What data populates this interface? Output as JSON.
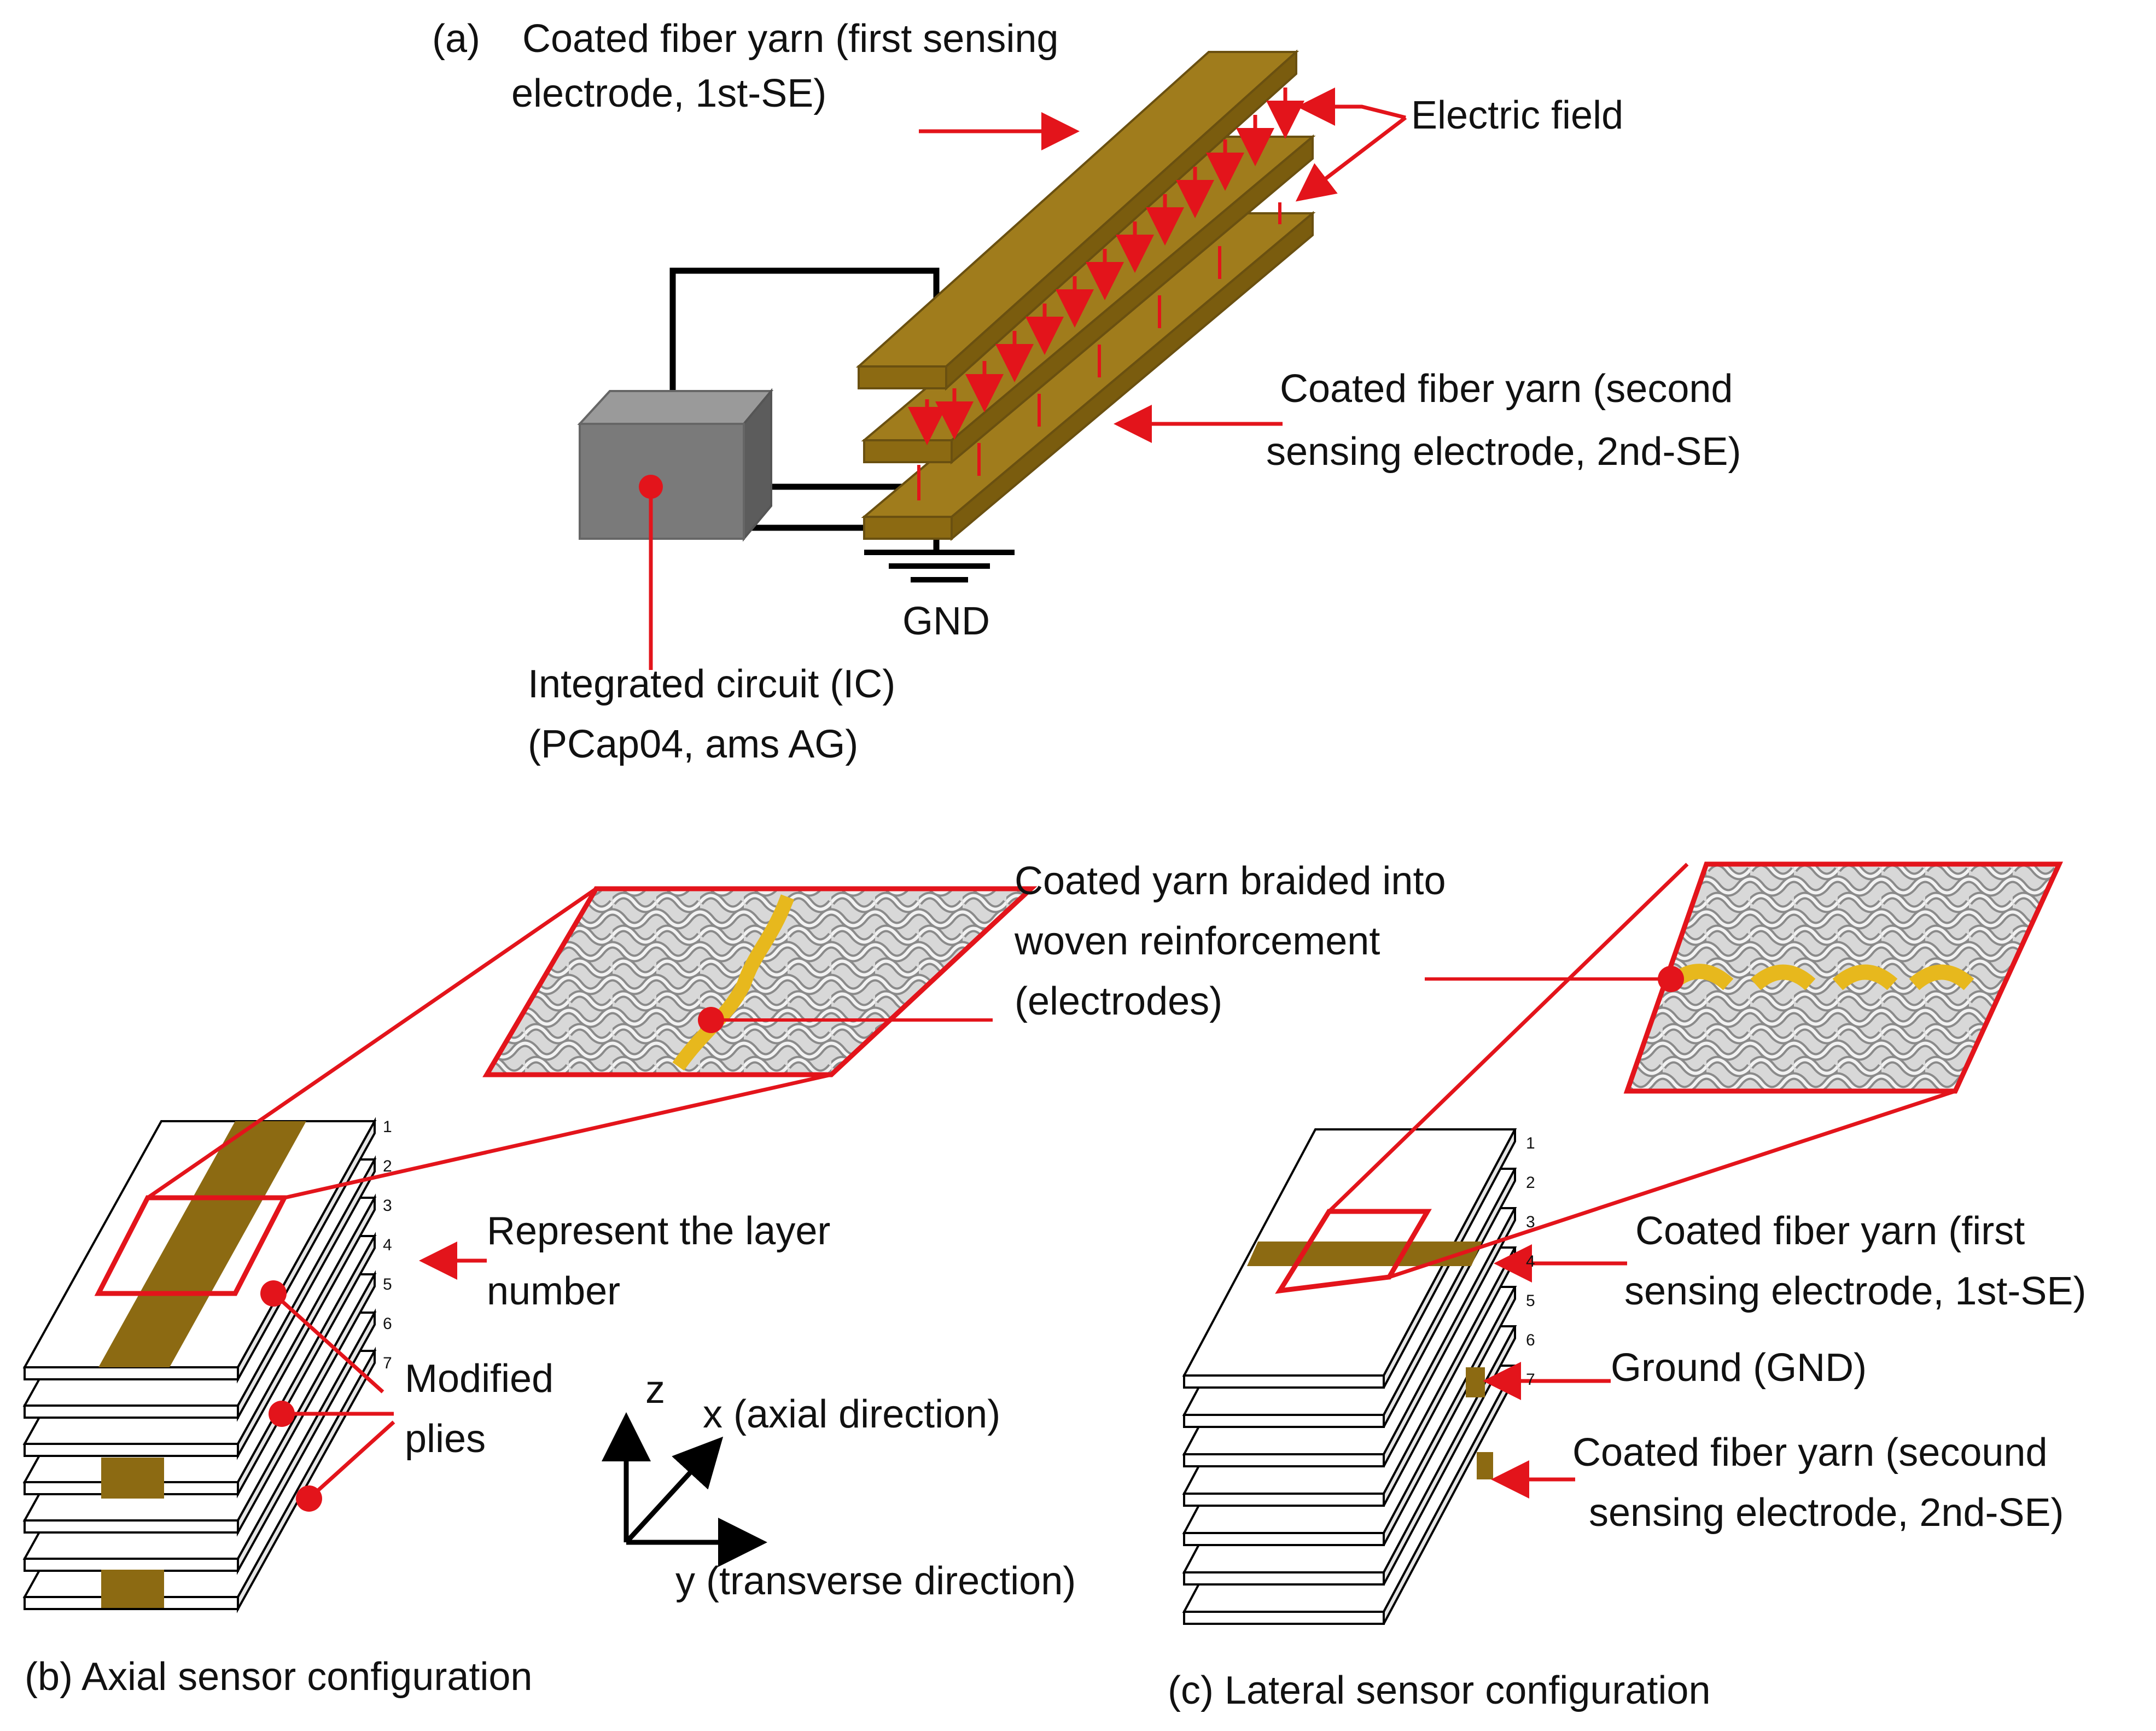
{
  "labels": {
    "panel_a": "(a)",
    "se1_line1": "Coated fiber yarn (first sensing",
    "se1_line2": "electrode, 1st-SE)",
    "electric_field": "Electric field",
    "se2_line1": "Coated fiber yarn (second",
    "se2_line2": "sensing electrode, 2nd-SE)",
    "gnd": "GND",
    "ic_line1": "Integrated circuit (IC)",
    "ic_line2": "(PCap04, ams AG)",
    "braided_line1": "Coated yarn braided into",
    "braided_line2": "woven reinforcement",
    "braided_line3": "(electrodes)",
    "layer_line1": "Represent the layer",
    "layer_line2": "number",
    "modified_line1": "Modified",
    "modified_line2": "plies",
    "axis_z": "z",
    "axis_x": "x (axial direction)",
    "axis_y": "y (transverse direction)",
    "c_se1_line1": "Coated fiber yarn (first",
    "c_se1_line2": "sensing electrode, 1st-SE)",
    "c_gnd": "Ground (GND)",
    "c_se2_line1": "Coated fiber yarn (secound",
    "c_se2_line2": "sensing electrode, 2nd-SE)",
    "caption_b": "(b) Axial sensor configuration",
    "caption_c": "(c) Lateral sensor configuration"
  },
  "layer_numbers": [
    "1",
    "2",
    "3",
    "4",
    "5",
    "6",
    "7"
  ],
  "colors": {
    "yarn": "#8c6a12",
    "yarn_top": "#a07c1c",
    "red": "#e3141b",
    "ic_front": "#7a7a7a",
    "ic_top": "#9a9a9a",
    "ic_side": "#5c5c5c",
    "gold": "#e7b81d"
  }
}
